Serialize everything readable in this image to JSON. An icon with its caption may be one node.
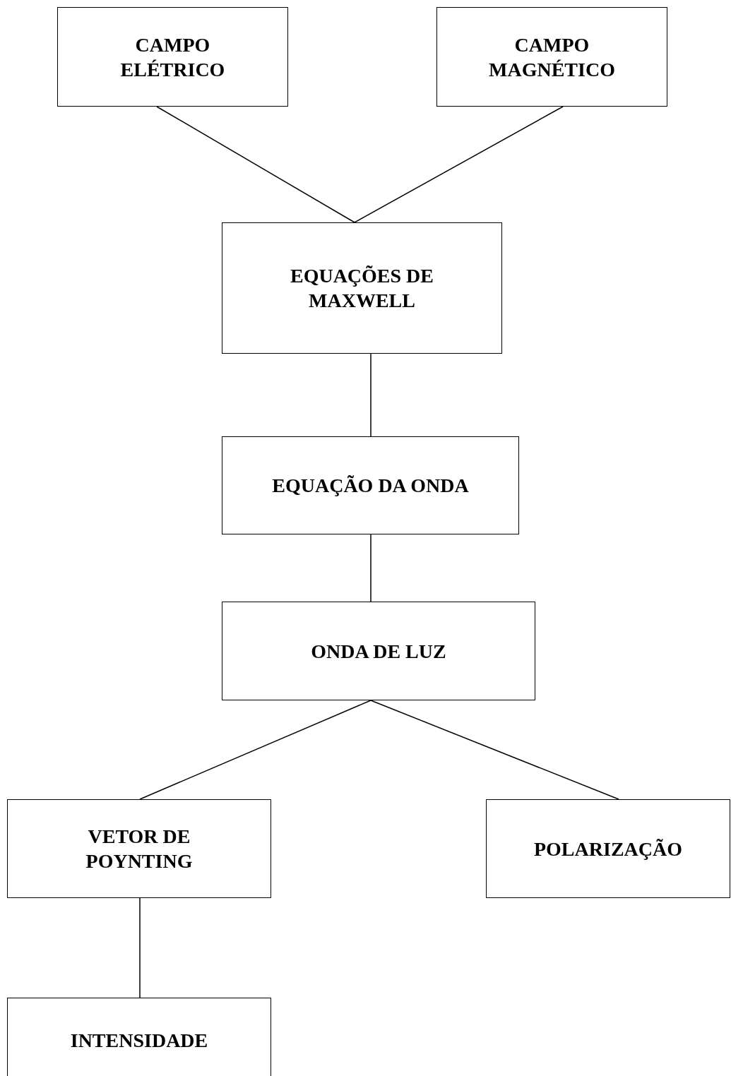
{
  "diagram": {
    "nodes": [
      {
        "text": [
          "CAMPO ELÉTRICO"
        ]
      },
      {
        "text": [
          "CAMPO MAGNÉTICO"
        ]
      },
      {
        "text": [
          "EQUAÇÕES DE MAXWELL"
        ]
      },
      {
        "text": [
          "EQUAÇÃO DA ONDA"
        ]
      },
      {
        "text": [
          "ONDA DE LUZ"
        ]
      },
      {
        "text": [
          "VETOR DE POYNTING"
        ]
      },
      {
        "text": [
          "POLARIZAÇÃO"
        ]
      },
      {
        "text": [
          "INTENSIDADE"
        ]
      }
    ],
    "edges": [
      {
        "from": 0,
        "to": 2,
        "arrow": "none"
      },
      {
        "from": 1,
        "to": 2,
        "arrow": "none"
      },
      {
        "from": 2,
        "to": 3,
        "arrow": "none"
      },
      {
        "from": 3,
        "to": 4,
        "arrow": "none"
      },
      {
        "from": 4,
        "to": 5,
        "arrow": "none"
      },
      {
        "from": 4,
        "to": 6,
        "arrow": "none"
      },
      {
        "from": 5,
        "to": 7,
        "arrow": "none"
      }
    ]
  }
}
